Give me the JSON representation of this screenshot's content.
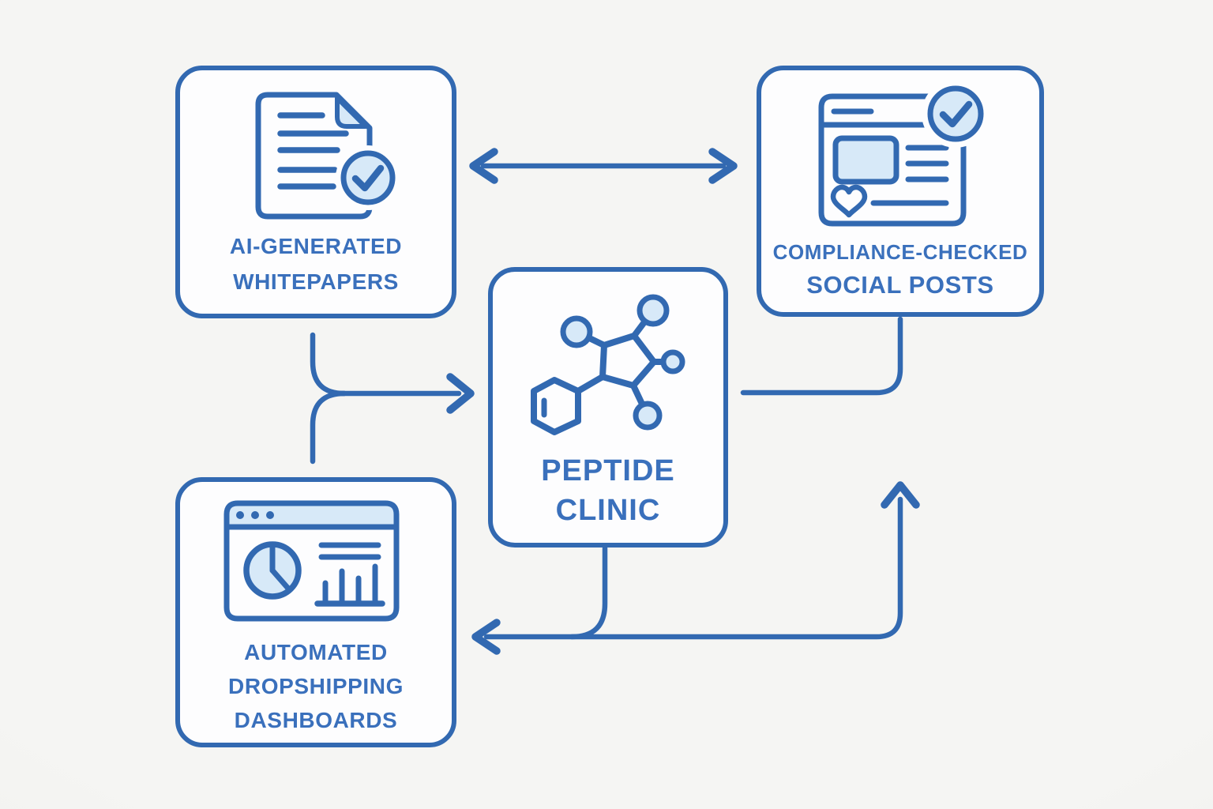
{
  "diagram": {
    "title": "Peptide clinic marketing automation diagram",
    "colors": {
      "background": "#f2f2f0",
      "stroke": "#3269b1",
      "text": "#3a70bc",
      "light_fill": "#d7e9f8",
      "box_fill": "#fdfdfe"
    },
    "nodes": {
      "whitepapers": {
        "line1": "AI-GENERATED",
        "line2": "WHITEPAPERS",
        "icon": "document-check-icon"
      },
      "social_posts": {
        "line1": "COMPLIANCE-CHECKED",
        "line2": "SOCIAL POSTS",
        "icon": "social-post-check-icon"
      },
      "peptide_clinic": {
        "line1": "PEPTIDE",
        "line2": "CLINIC",
        "icon": "molecule-icon"
      },
      "dashboards": {
        "line1": "AUTOMATED",
        "line2": "DROPSHIPPING",
        "line3": "DASHBOARDS",
        "icon": "dashboard-chart-icon"
      }
    },
    "connectors": [
      {
        "name": "whitepapers-social-double-arrow",
        "type": "double-arrow"
      },
      {
        "name": "whitepapers-and-dashboards-merge-into-clinic",
        "type": "merge-arrow"
      },
      {
        "name": "clinic-to-social-posts-line",
        "type": "elbow-line"
      },
      {
        "name": "clinic-down-to-dashboards-arrow",
        "type": "elbow-arrow-left"
      },
      {
        "name": "bottom-line-up-arrow",
        "type": "elbow-arrow-up"
      }
    ]
  }
}
